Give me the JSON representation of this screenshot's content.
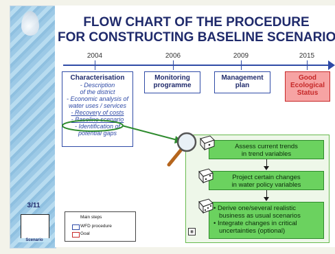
{
  "slide": {
    "title_line1": "FLOW CHART OF THE PROCEDURE",
    "title_line2": "FOR CONSTRUCTING BASELINE SCENARIO",
    "page_number": "3/11",
    "corner_label": "Scenario"
  },
  "timeline": {
    "years": [
      "2004",
      "2006",
      "2009",
      "2015"
    ],
    "milestones": [
      {
        "title": "Characterisation",
        "items": [
          "- Description",
          "of the district",
          "- Economic analysis of",
          "water uses / services",
          "- Recovery of costs",
          "- Baseline scenario",
          "- Identification of",
          "potential gaps"
        ]
      },
      {
        "title_line1": "Monitoring",
        "title_line2": "programme"
      },
      {
        "title_line1": "Management",
        "title_line2": "plan"
      },
      {
        "title_line1": "Good",
        "title_line2": "Ecological",
        "title_line3": "Status"
      }
    ]
  },
  "steps": {
    "step1_line1": "Assess current trends",
    "step1_line2": "in trend variables",
    "step2_line1": "Project certain changes",
    "step2_line2": "in water policy variables",
    "step3_bullets": [
      "• Derive one/several realistic business as usual scenarios",
      "• Integrate changes in critical uncertainties (optional)"
    ]
  },
  "legend": {
    "items": [
      "Main steps",
      "WFD procedure",
      "Goal"
    ]
  },
  "colors": {
    "title": "#1f2a6b",
    "timeline": "#2e4aa6",
    "goal_fill": "#f6a3a3",
    "goal_border": "#c62828",
    "step_fill": "#6bd25f",
    "highlight_ellipse": "#2e8b2e"
  }
}
